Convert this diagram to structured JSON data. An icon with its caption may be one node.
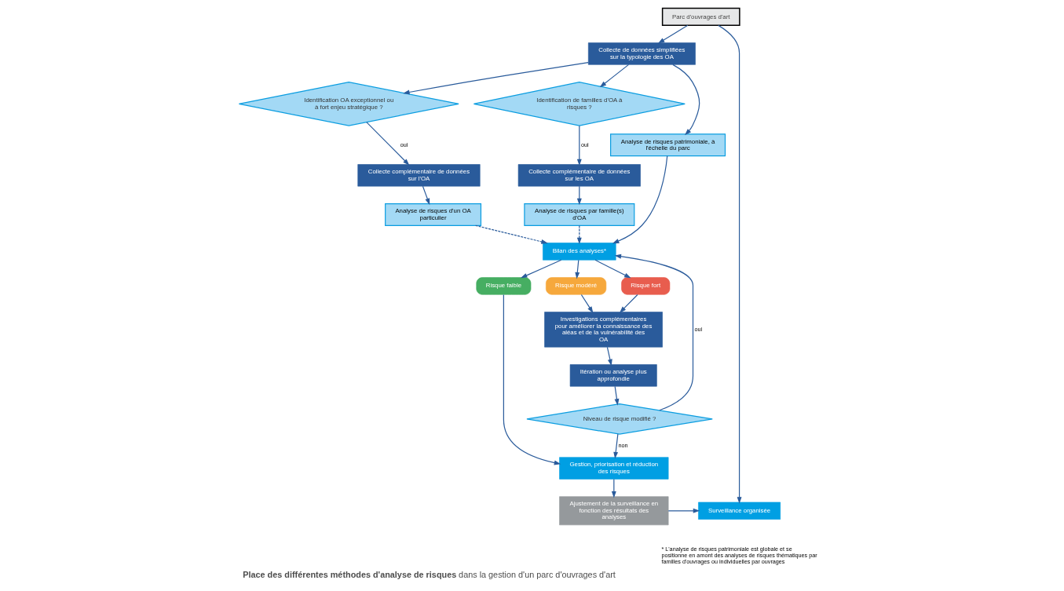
{
  "diagram": {
    "caption": "**Place des différentes méthodes d'analyse de risques** dans la gestion d'un parc d'ouvrages d'art",
    "nodes": [
      {
        "text": [
          "Parc d'ouvrages d'art"
        ]
      },
      {
        "text": [
          "Collecte de données simplifiées sur la typologie des OA"
        ]
      },
      {
        "text": [
          "Identification OA exceptionnel ou à fort enjeu stratégique ?"
        ]
      },
      {
        "text": [
          "Collecte complémentaire de données sur l'OA"
        ]
      },
      {
        "text": [
          "Analyse de risques d'un OA particulier"
        ]
      },
      {
        "text": [
          "Identification de familles d'OA à risques ?"
        ]
      },
      {
        "text": [
          "Collecte complémentaire de données sur les OA"
        ]
      },
      {
        "text": [
          "Analyse de risques par famille(s) d'OA"
        ]
      },
      {
        "text": [
          "Analyse de risques patrimoniale, à l'échelle du parc"
        ]
      },
      {
        "text": [
          "Bilan des analyses*"
        ]
      },
      {
        "text": [
          "Risque faible"
        ]
      },
      {
        "text": [
          "Risque modéré"
        ]
      },
      {
        "text": [
          "Risque fort"
        ]
      },
      {
        "text": [
          "Surveillance organisée"
        ]
      },
      {
        "text": [
          "Ajustement de la surveillance en fonction des résultats des analyses"
        ]
      },
      {
        "text": [
          "Investigations complémentaires pour améliorer la connaissance des aléas et de la vulnérabilité des OA"
        ]
      },
      {
        "text": [
          "Itération ou analyse plus approfondie"
        ]
      },
      {
        "text": [
          "Niveau de risque modifié ?"
        ]
      },
      {
        "text": [
          "Gestion, priorisation et réduction des risques"
        ]
      }
    ],
    "edges": [
      {
        "from": 0,
        "to": 1,
        "arrow": "to"
      },
      {
        "from": 0,
        "to": 13,
        "arrow": "to"
      },
      {
        "from": 1,
        "to": 2,
        "arrow": "to"
      },
      {
        "from": 1,
        "to": 5,
        "arrow": "to"
      },
      {
        "from": 1,
        "to": 8,
        "arrow": "to"
      },
      {
        "from": 2,
        "to": 3,
        "arrow": "to",
        "label": "oui"
      },
      {
        "from": 3,
        "to": 4,
        "arrow": "to"
      },
      {
        "from": 5,
        "to": 6,
        "arrow": "to",
        "label": "oui"
      },
      {
        "from": 6,
        "to": 7,
        "arrow": "to"
      },
      {
        "from": 4,
        "to": 9,
        "arrow": "to",
        "style": "dashed"
      },
      {
        "from": 7,
        "to": 9,
        "arrow": "to",
        "style": "dashed"
      },
      {
        "from": 8,
        "to": 9,
        "arrow": "to"
      },
      {
        "from": 9,
        "to": 10,
        "arrow": "to"
      },
      {
        "from": 9,
        "to": 11,
        "arrow": "to"
      },
      {
        "from": 9,
        "to": 12,
        "arrow": "to"
      },
      {
        "from": 11,
        "to": 15,
        "arrow": "to"
      },
      {
        "from": 12,
        "to": 15,
        "arrow": "to"
      },
      {
        "from": 15,
        "to": 16,
        "arrow": "to"
      },
      {
        "from": 16,
        "to": 17,
        "arrow": "to"
      },
      {
        "from": 17,
        "to": 9,
        "arrow": "to",
        "label": "oui"
      },
      {
        "from": 17,
        "to": 18,
        "arrow": "to",
        "label": "non"
      },
      {
        "from": 10,
        "to": 18,
        "arrow": "to"
      },
      {
        "from": 18,
        "to": 14,
        "arrow": "to"
      },
      {
        "from": 14,
        "to": 13,
        "arrow": "to"
      }
    ],
    "labels": [
      "* L'analyse de risques patrimoniale est globale et se positionne en amont des analyses de risques thématiques par familles d'ouvrages ou individuelles par ouvrages"
    ]
  }
}
